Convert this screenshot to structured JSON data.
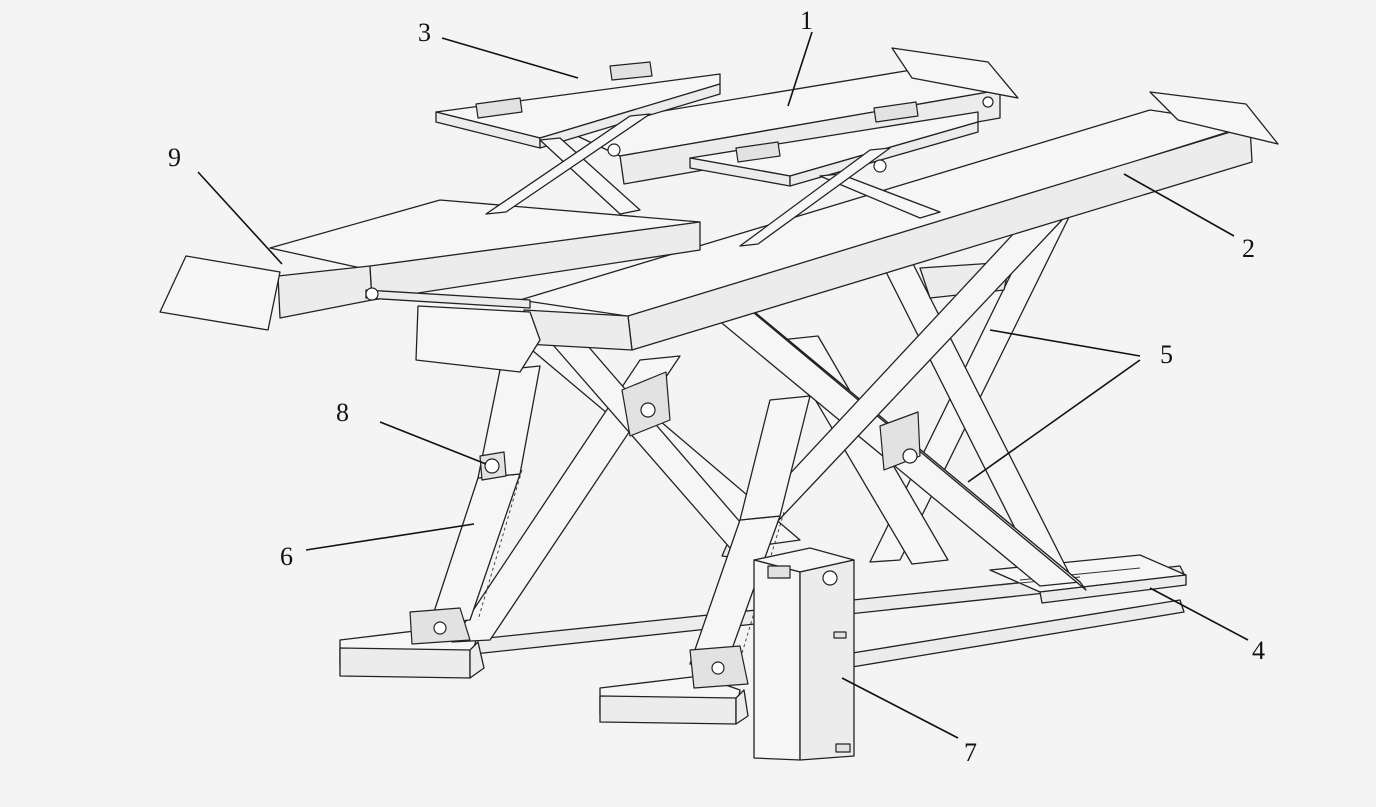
{
  "figure": {
    "background": "#f4f4f4",
    "line_color": "#222222",
    "callouts": [
      {
        "id": "1",
        "label": "1"
      },
      {
        "id": "2",
        "label": "2"
      },
      {
        "id": "3",
        "label": "3"
      },
      {
        "id": "4",
        "label": "4"
      },
      {
        "id": "5",
        "label": "5"
      },
      {
        "id": "6",
        "label": "6"
      },
      {
        "id": "7",
        "label": "7"
      },
      {
        "id": "8",
        "label": "8"
      },
      {
        "id": "9",
        "label": "9"
      }
    ]
  }
}
